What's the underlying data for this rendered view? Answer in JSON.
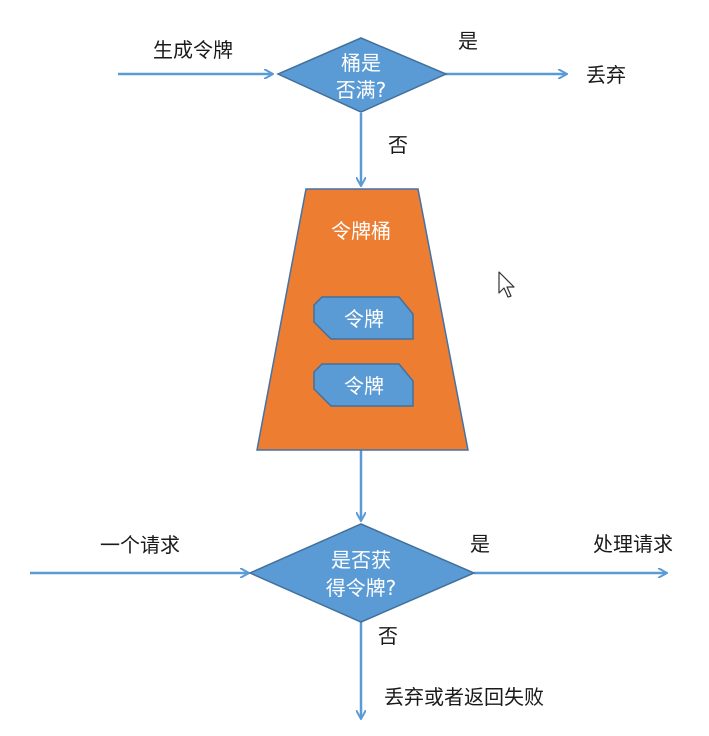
{
  "colors": {
    "line": "#5b9bd5",
    "shape_fill": "#5b9bd5",
    "shape_stroke": "#41719c",
    "bucket_fill": "#ed7d31",
    "bucket_stroke": "#4472a8",
    "text": "#1a1a1a",
    "text_on_shape": "#ffffff"
  },
  "labels": {
    "generate_token": "生成令牌",
    "decision_full_line1": "桶是",
    "decision_full_line2": "否满?",
    "yes_top": "是",
    "discard_top": "丢弃",
    "no_top": "否",
    "bucket_title": "令牌桶",
    "token_1": "令牌",
    "token_2": "令牌",
    "request_in": "一个请求",
    "decision_token_line1": "是否获",
    "decision_token_line2": "得令牌?",
    "yes_bottom": "是",
    "handle_request": "处理请求",
    "no_bottom": "否",
    "discard_or_fail": "丢弃或者返回失败"
  },
  "icons": {
    "cursor": "mouse-pointer-icon"
  }
}
